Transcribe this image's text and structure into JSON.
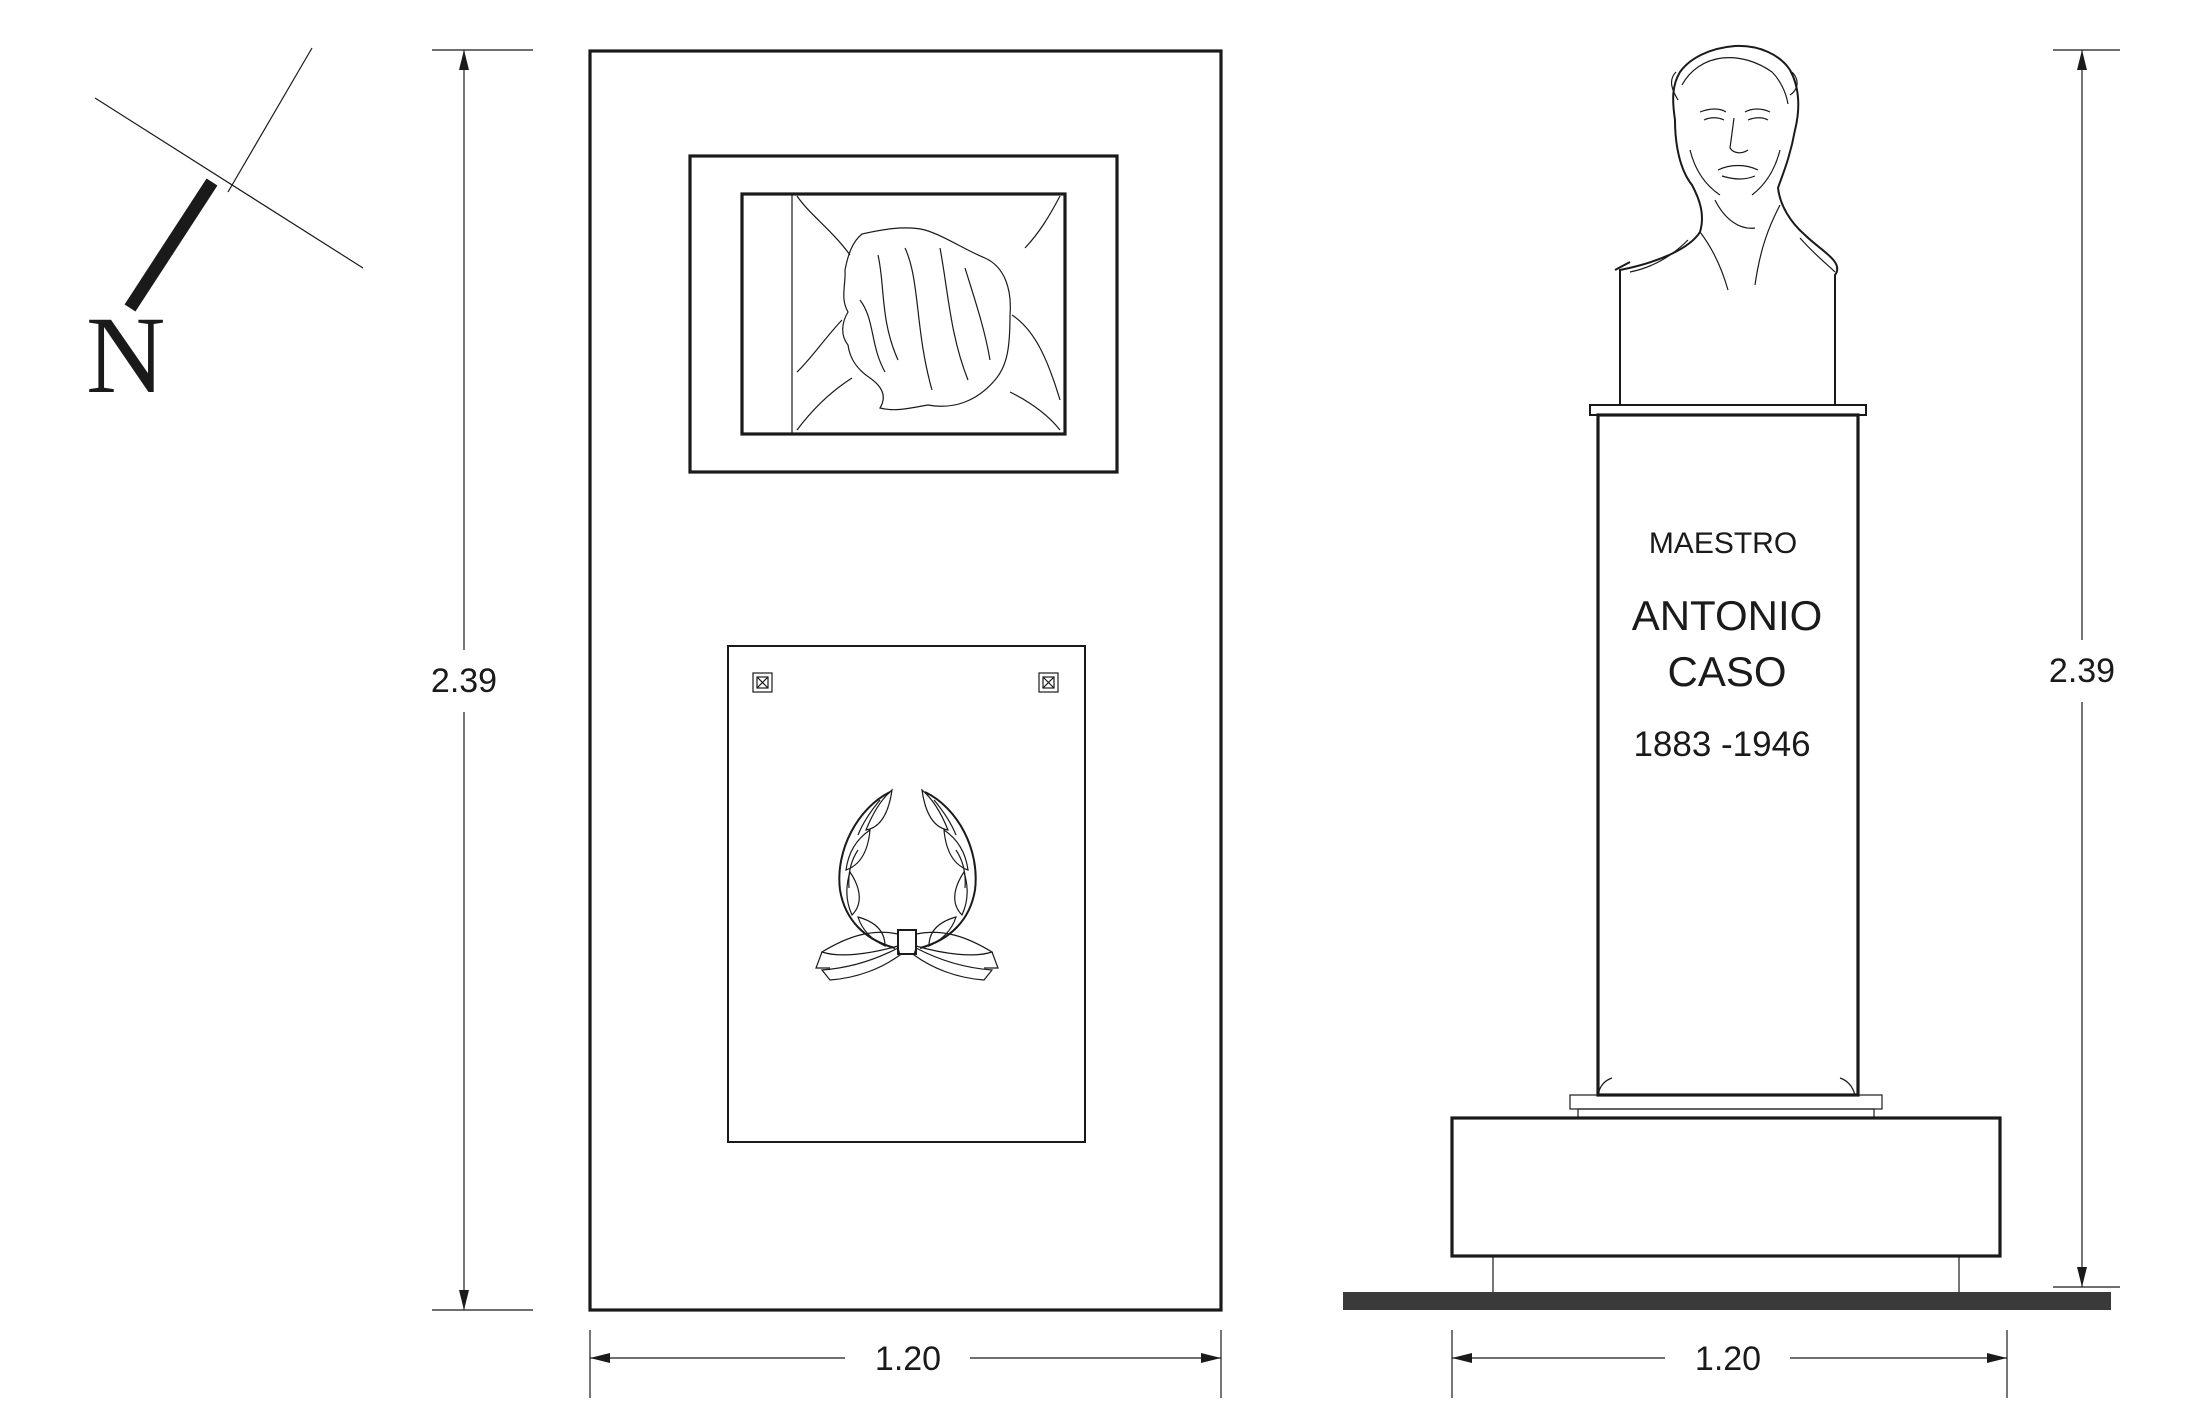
{
  "compass": {
    "north_letter": "N"
  },
  "front_elevation": {
    "height_label": "2.39",
    "width_label": "1.20"
  },
  "side_elevation": {
    "height_label": "2.39",
    "width_label": "1.20",
    "inscription": {
      "line1": "MAESTRO",
      "line2": "ANTONIO",
      "line3": "CASO",
      "line4": "1883 -1946"
    }
  },
  "colors": {
    "ink": "#1a1a1a",
    "ground": "#3a3a3a",
    "background": "#ffffff"
  }
}
